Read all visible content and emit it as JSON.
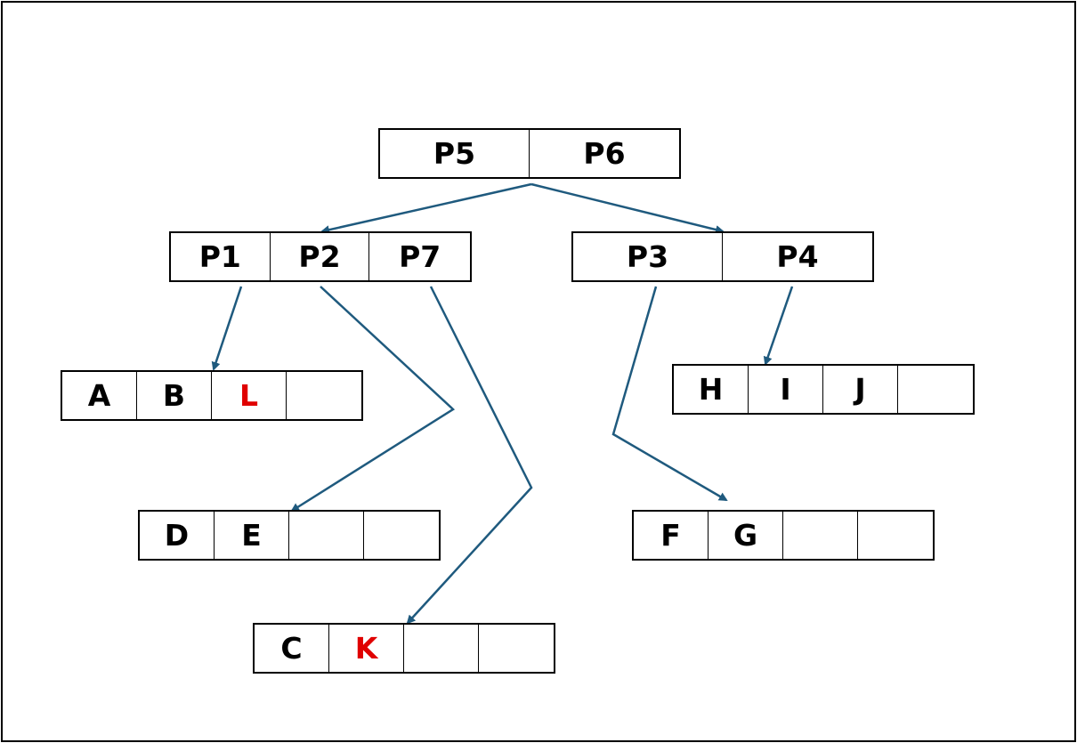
{
  "colors": {
    "arrow": "#1f5a7e",
    "border": "#000000",
    "text": "#000000",
    "highlight": "#e00000"
  },
  "nodes": {
    "root": {
      "cells": [
        {
          "text": "P5"
        },
        {
          "text": "P6"
        }
      ]
    },
    "left": {
      "cells": [
        {
          "text": "P1"
        },
        {
          "text": "P2"
        },
        {
          "text": "P7"
        }
      ]
    },
    "right": {
      "cells": [
        {
          "text": "P3"
        },
        {
          "text": "P4"
        }
      ]
    },
    "leaf_abl": {
      "cells": [
        {
          "text": "A"
        },
        {
          "text": "B"
        },
        {
          "text": "L",
          "highlight": true
        },
        {
          "text": ""
        }
      ]
    },
    "leaf_de": {
      "cells": [
        {
          "text": "D"
        },
        {
          "text": "E"
        },
        {
          "text": ""
        },
        {
          "text": ""
        }
      ]
    },
    "leaf_ck": {
      "cells": [
        {
          "text": "C"
        },
        {
          "text": "K",
          "highlight": true
        },
        {
          "text": ""
        },
        {
          "text": ""
        }
      ]
    },
    "leaf_hij": {
      "cells": [
        {
          "text": "H"
        },
        {
          "text": "I"
        },
        {
          "text": "J"
        },
        {
          "text": ""
        }
      ]
    },
    "leaf_fg": {
      "cells": [
        {
          "text": "F"
        },
        {
          "text": "G"
        },
        {
          "text": ""
        },
        {
          "text": ""
        }
      ]
    }
  }
}
